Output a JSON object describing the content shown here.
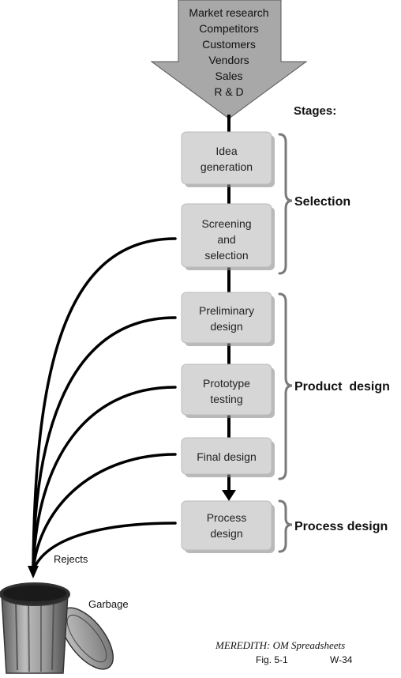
{
  "inputs": [
    "Market research",
    "Competitors",
    "Customers",
    "Vendors",
    "Sales",
    "R & D"
  ],
  "stages_label": "Stages:",
  "boxes": [
    {
      "lines": [
        "Idea",
        "generation"
      ]
    },
    {
      "lines": [
        "Screening",
        "and",
        "selection"
      ]
    },
    {
      "lines": [
        "Preliminary",
        "design"
      ]
    },
    {
      "lines": [
        "Prototype",
        "testing"
      ]
    },
    {
      "lines": [
        "Final design"
      ]
    },
    {
      "lines": [
        "Process",
        "design"
      ]
    }
  ],
  "groups": {
    "selection": "Selection",
    "product_design": "Product  design",
    "process_design": "Process design"
  },
  "rejects_label": "Rejects",
  "garbage_label": "Garbage",
  "credit": {
    "title": "MEREDITH: OM Spreadsheets",
    "fig": "Fig. 5-1",
    "code": "W-34"
  },
  "colors": {
    "arrow_fill": "#a8a8a8",
    "box_fill": "#d6d6d6",
    "line": "#000000",
    "bracket": "#7a7a7a"
  }
}
